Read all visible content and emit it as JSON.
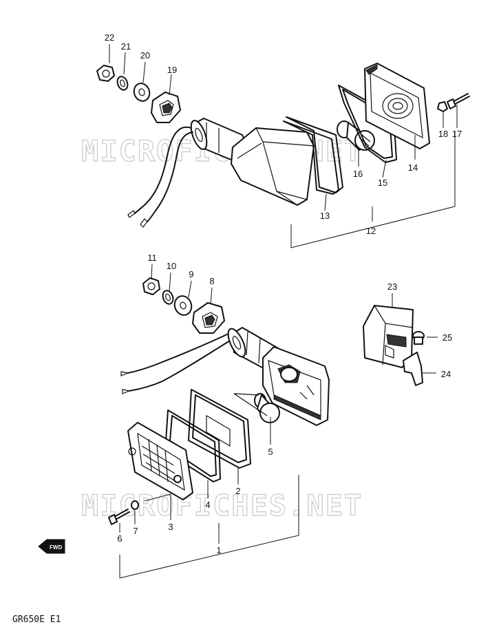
{
  "watermark": "MICROFICHES.NET",
  "model_code": "GR650E E1",
  "fwd_label": "FWD",
  "callouts": {
    "p1": "1",
    "p2": "2",
    "p3": "3",
    "p4": "4",
    "p5": "5",
    "p6": "6",
    "p7": "7",
    "p8": "8",
    "p9": "9",
    "p10": "10",
    "p11": "11",
    "p12": "12",
    "p13": "13",
    "p14": "14",
    "p15": "15",
    "p16": "16",
    "p17": "17",
    "p18": "18",
    "p19": "19",
    "p20": "20",
    "p21": "21",
    "p22": "22",
    "p23": "23",
    "p24": "24",
    "p25": "25"
  }
}
